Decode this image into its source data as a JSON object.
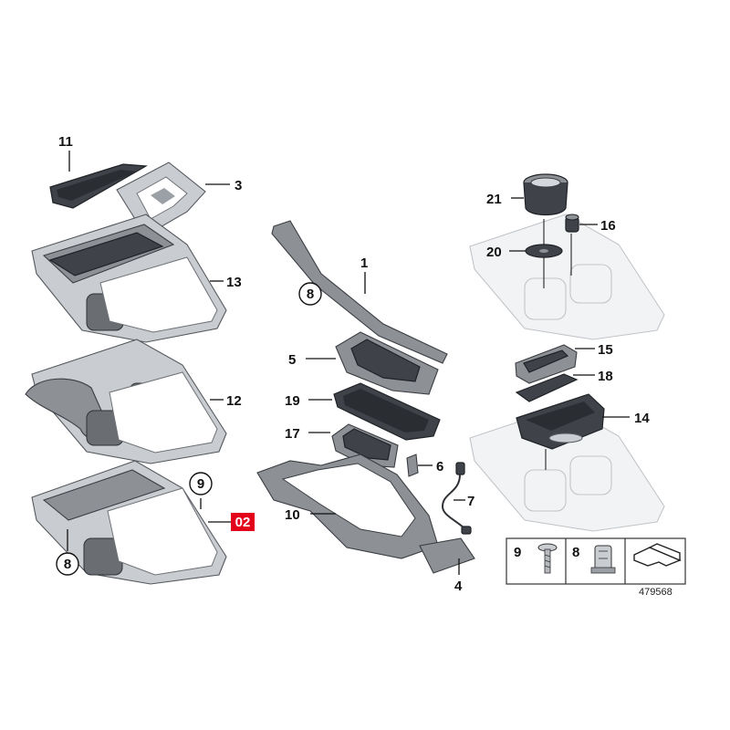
{
  "diagram": {
    "reference_number": "479568",
    "colors": {
      "highlight_box": "#e3001b",
      "highlight_text": "#ffffff",
      "part_dark": "#3f4349",
      "part_light": "#c9ccd0",
      "ghost": "#f2f3f4"
    },
    "callouts": {
      "c1": "1",
      "c2": "02",
      "c3": "3",
      "c4": "4",
      "c5": "5",
      "c6": "6",
      "c7": "7",
      "c8a": "8",
      "c8b": "8",
      "c9a": "9",
      "c10": "10",
      "c11": "11",
      "c12": "12",
      "c13": "13",
      "c14": "14",
      "c15": "15",
      "c16": "16",
      "c17": "17",
      "c18": "18",
      "c19": "19",
      "c20": "20",
      "c21": "21"
    },
    "legend": {
      "item_9": "9",
      "item_8": "8"
    }
  }
}
